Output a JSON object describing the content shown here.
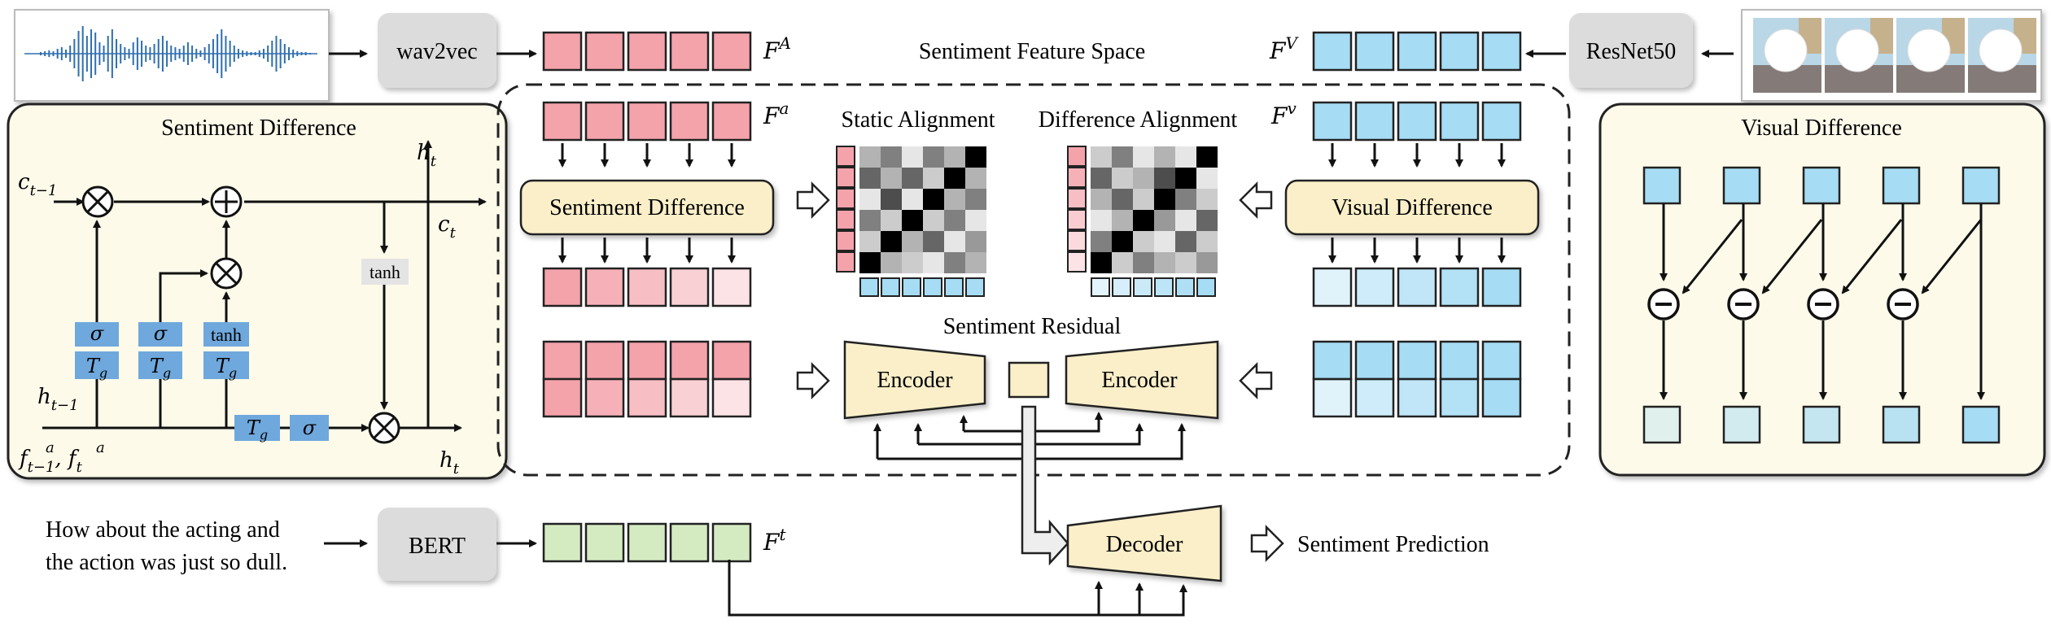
{
  "colors": {
    "audio": "#f4a3ab",
    "visual": "#a6dcf4",
    "text": "#d4ebc2",
    "module_fill": "#faefc9",
    "panel_fill": "#fdfaea",
    "gate_blue": "#6fa8dc",
    "gray_box": "#dcdcdc"
  },
  "inputs": {
    "audio_encoder": "wav2vec",
    "visual_encoder": "ResNet50",
    "text_encoder": "BERT",
    "text_sample_line1": "How about the acting and",
    "text_sample_line2": "the action was just so dull."
  },
  "features": {
    "audio_global": "F^A",
    "visual_global": "F^V",
    "audio_local": "F^a",
    "visual_local": "F^v",
    "text_global": "F^t"
  },
  "center": {
    "space_title": "Sentiment Feature Space",
    "static_alignment": "Static Alignment",
    "difference_alignment": "Difference Alignment",
    "sentiment_difference_module": "Sentiment Difference",
    "visual_difference_module": "Visual Difference",
    "sentiment_residual": "Sentiment Residual",
    "encoder_left": "Encoder",
    "encoder_right": "Encoder",
    "decoder": "Decoder",
    "prediction": "Sentiment Prediction"
  },
  "left_panel": {
    "title": "Sentiment Difference",
    "c_prev": "c_{t−1}",
    "c_t": "c_t",
    "h_prev": "h_{t−1}",
    "h_t_top": "h_t",
    "h_t_bottom": "h_t",
    "inputs": "f^a_{t−1}, f^a_t",
    "gate1_top": "σ",
    "gate2_top": "σ",
    "gate3_top": "tanh",
    "gate_bottom": "T_g",
    "tanh_box": "tanh",
    "tg_box": "T_g",
    "sigma_box": "σ"
  },
  "right_panel": {
    "title": "Visual Difference"
  }
}
